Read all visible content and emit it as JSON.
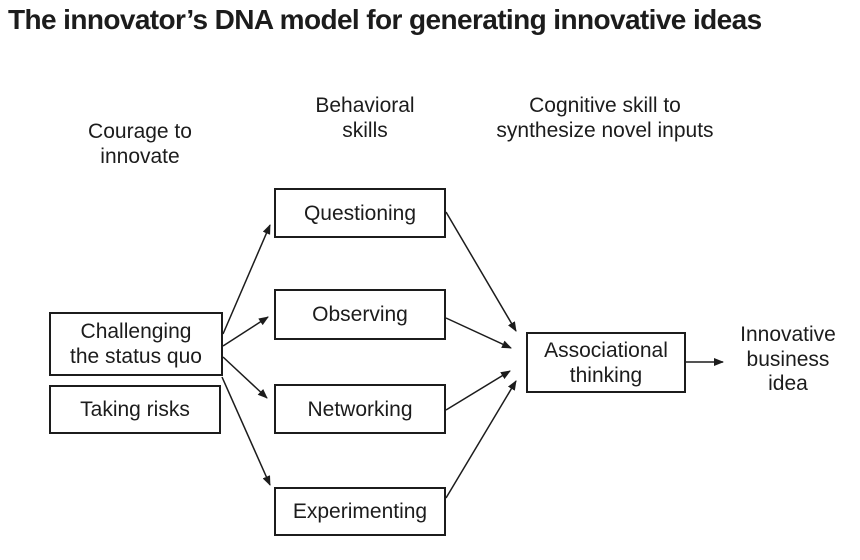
{
  "title": "The innovator’s DNA model for generating innovative ideas",
  "columns": {
    "courage": {
      "label": "Courage to\ninnovate"
    },
    "behavioral": {
      "label": "Behavioral\nskills"
    },
    "cognitive": {
      "label": "Cognitive skill to\nsynthesize novel inputs"
    }
  },
  "nodes": {
    "challenging": {
      "label": "Challenging\nthe status quo"
    },
    "taking_risks": {
      "label": "Taking risks"
    },
    "questioning": {
      "label": "Questioning"
    },
    "observing": {
      "label": "Observing"
    },
    "networking": {
      "label": "Networking"
    },
    "experimenting": {
      "label": "Experimenting"
    },
    "associational": {
      "label": "Associational\nthinking"
    },
    "outcome": {
      "label": "Innovative\nbusiness\nidea"
    }
  },
  "edges": [
    {
      "from": "challenging",
      "to": "questioning"
    },
    {
      "from": "challenging",
      "to": "observing"
    },
    {
      "from": "challenging",
      "to": "networking"
    },
    {
      "from": "challenging",
      "to": "experimenting"
    },
    {
      "from": "questioning",
      "to": "associational"
    },
    {
      "from": "observing",
      "to": "associational"
    },
    {
      "from": "networking",
      "to": "associational"
    },
    {
      "from": "experimenting",
      "to": "associational"
    },
    {
      "from": "associational",
      "to": "outcome"
    }
  ],
  "colors": {
    "ink": "#1c1c1c",
    "background": "#ffffff"
  }
}
